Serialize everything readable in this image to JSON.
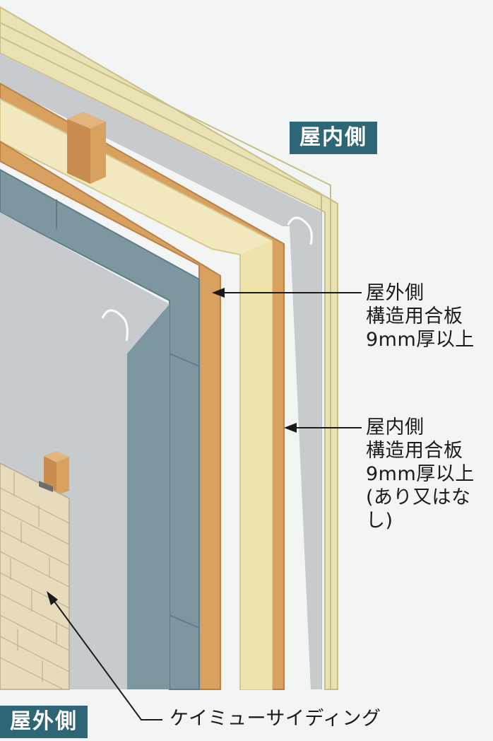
{
  "labels": {
    "interior_side": "屋内側",
    "exterior_side": "屋外側",
    "exterior_plywood": "屋外側\n構造用合板\n9mm厚以上",
    "interior_plywood": "屋内側\n構造用合板\n9mm厚以上\n(あり又はなし)",
    "siding": "ケイミューサイディング"
  },
  "colors": {
    "background": "#f3f4f4",
    "gypsum_layer": "#e8e2b4",
    "gypsum_edge": "#c9bf86",
    "wall_gray": "#c8cbcd",
    "plywood_orange": "#d9a15f",
    "plywood_orange_dark": "#b98145",
    "stud_cream": "#f2e9bf",
    "insulation_blue": "#7d97a1",
    "insulation_blue_dark": "#5f7d88",
    "siding_beige": "#e6dbbd",
    "badge_teal": "#2f6677"
  }
}
